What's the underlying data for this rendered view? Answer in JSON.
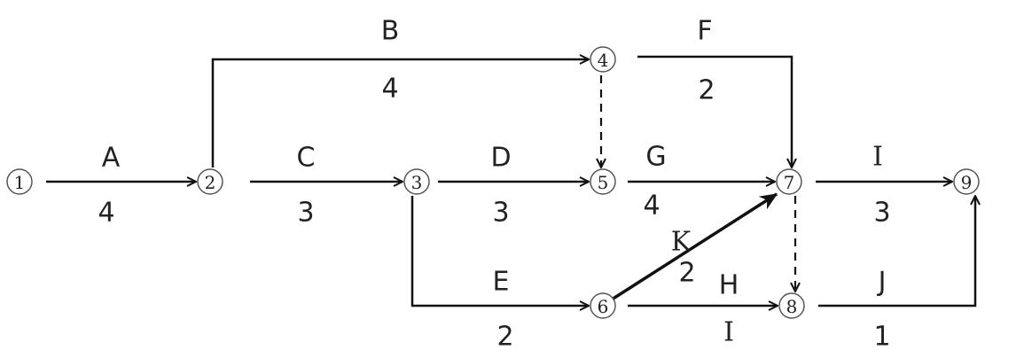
{
  "diagram": {
    "type": "activity-on-arrow network",
    "nodes": [
      "1",
      "2",
      "3",
      "4",
      "5",
      "6",
      "7",
      "8",
      "9"
    ],
    "activities": [
      {
        "name": "A",
        "duration": "4",
        "from": "1",
        "to": "2"
      },
      {
        "name": "B",
        "duration": "4",
        "from": "2",
        "to": "4"
      },
      {
        "name": "C",
        "duration": "3",
        "from": "2",
        "to": "3"
      },
      {
        "name": "D",
        "duration": "3",
        "from": "3",
        "to": "5"
      },
      {
        "name": "E",
        "duration": "2",
        "from": "3",
        "to": "6"
      },
      {
        "name": "F",
        "duration": "2",
        "from": "4",
        "to": "7"
      },
      {
        "name": "G",
        "duration": "4",
        "from": "5",
        "to": "7"
      },
      {
        "name": "K",
        "duration": "2",
        "from": "6",
        "to": "7"
      },
      {
        "name": "H",
        "duration": "I",
        "from": "6",
        "to": "8"
      },
      {
        "name": "I",
        "duration": "3",
        "from": "7",
        "to": "9"
      },
      {
        "name": "J",
        "duration": "1",
        "from": "8",
        "to": "9"
      }
    ],
    "dummies": [
      {
        "from": "4",
        "to": "5"
      },
      {
        "from": "7",
        "to": "8"
      }
    ]
  }
}
